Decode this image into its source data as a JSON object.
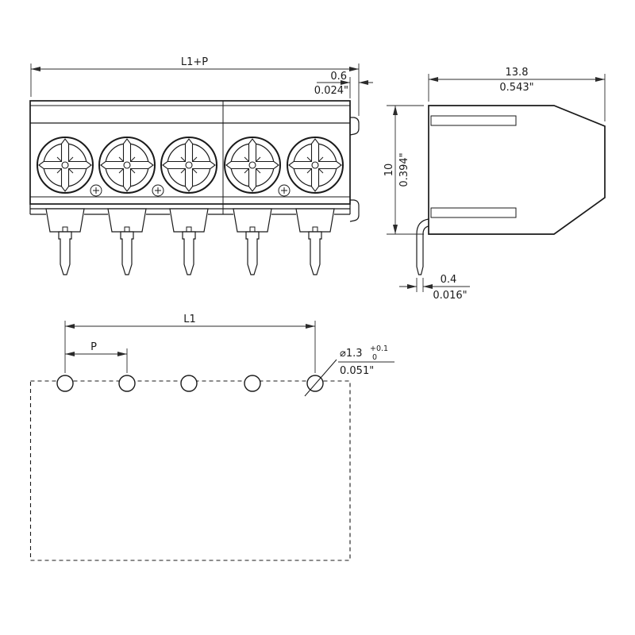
{
  "drawing": {
    "front": {
      "overall_width": "L1+P",
      "latch_offset_mm": "0.6",
      "latch_offset_in": "0.024\""
    },
    "side": {
      "depth_mm": "13.8",
      "depth_in": "0.543\"",
      "height_mm": "10",
      "height_in": "0.394\"",
      "pin_width_mm": "0.4",
      "pin_width_in": "0.016\""
    },
    "footprint": {
      "row_length": "L1",
      "pitch": "P",
      "hole_diameter": "⌀1.3",
      "hole_tol_plus": "+0.1",
      "hole_tol_minus": "0",
      "hole_diameter_in": "0.051\""
    }
  }
}
